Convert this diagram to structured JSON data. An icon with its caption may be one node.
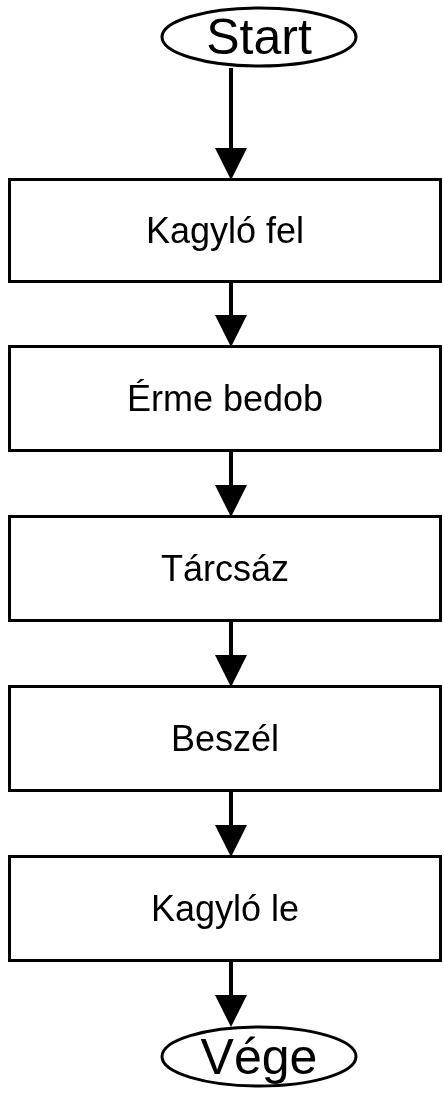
{
  "diagram": {
    "nodes": [
      {
        "text": [
          "Start"
        ]
      },
      {
        "text": [
          "Kagyló fel"
        ]
      },
      {
        "text": [
          "Érme bedob"
        ]
      },
      {
        "text": [
          "Tárcsáz"
        ]
      },
      {
        "text": [
          "Beszél"
        ]
      },
      {
        "text": [
          "Kagyló le"
        ]
      },
      {
        "text": [
          "Vége"
        ]
      }
    ],
    "edges": [
      {
        "from": 0,
        "to": 1,
        "arrow": "to"
      },
      {
        "from": 1,
        "to": 2,
        "arrow": "to"
      },
      {
        "from": 2,
        "to": 3,
        "arrow": "to"
      },
      {
        "from": 3,
        "to": 4,
        "arrow": "to"
      },
      {
        "from": 4,
        "to": 5,
        "arrow": "to"
      },
      {
        "from": 5,
        "to": 6,
        "arrow": "to"
      }
    ]
  }
}
